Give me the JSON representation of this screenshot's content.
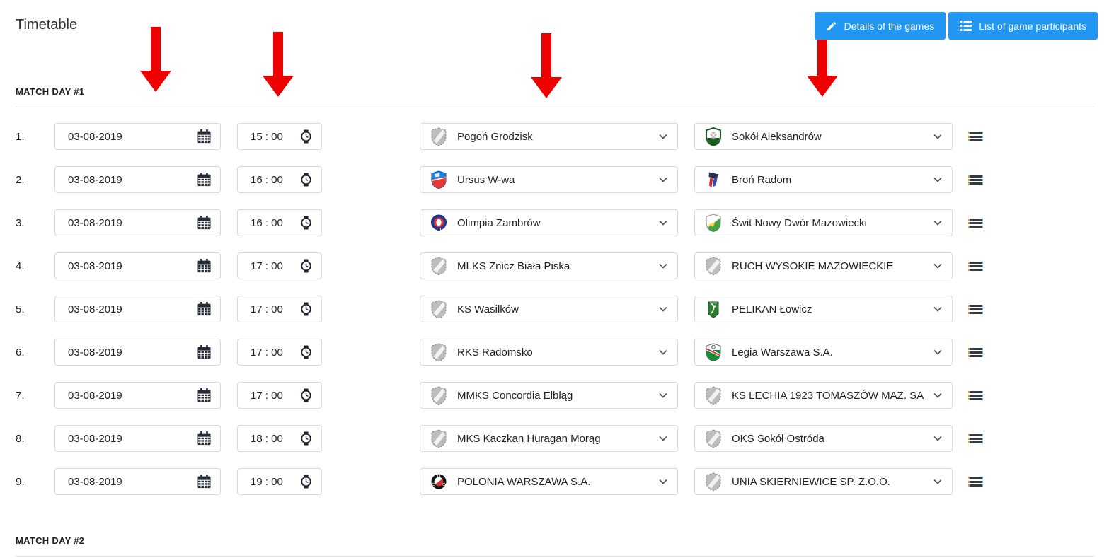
{
  "page": {
    "title": "Timetable"
  },
  "toolbar": {
    "accent_color": "#2196f3",
    "details_button": {
      "label": "Details of the games",
      "icon": "pencil-icon"
    },
    "participants_button": {
      "label": "List of game participants",
      "icon": "list-icon"
    }
  },
  "annotations": {
    "arrow_color": "#ee0000",
    "arrow_count": 4,
    "arrow_icon": "red-down-arrow"
  },
  "sections": [
    {
      "label": "MATCH DAY #1",
      "rows": [
        {
          "number": "1.",
          "date": "03-08-2019",
          "time": "15 : 00",
          "home": {
            "name": "Pogoń Grodzisk",
            "badge": "generic"
          },
          "away": {
            "name": "Sokół Aleksandrów",
            "badge": "sokol"
          }
        },
        {
          "number": "2.",
          "date": "03-08-2019",
          "time": "16 : 00",
          "home": {
            "name": "Ursus W-wa",
            "badge": "ursus"
          },
          "away": {
            "name": "Broń Radom",
            "badge": "bron"
          }
        },
        {
          "number": "3.",
          "date": "03-08-2019",
          "time": "16 : 00",
          "home": {
            "name": "Olimpia Zambrów",
            "badge": "olimpia"
          },
          "away": {
            "name": "Świt Nowy Dwór Mazowiecki",
            "badge": "swit"
          }
        },
        {
          "number": "4.",
          "date": "03-08-2019",
          "time": "17 : 00",
          "home": {
            "name": "MLKS Znicz Biała Piska",
            "badge": "generic"
          },
          "away": {
            "name": "RUCH WYSOKIE MAZOWIECKIE",
            "badge": "generic"
          }
        },
        {
          "number": "5.",
          "date": "03-08-2019",
          "time": "17 : 00",
          "home": {
            "name": "KS Wasilków",
            "badge": "generic"
          },
          "away": {
            "name": "PELIKAN Łowicz",
            "badge": "pelikan"
          }
        },
        {
          "number": "6.",
          "date": "03-08-2019",
          "time": "17 : 00",
          "home": {
            "name": "RKS Radomsko",
            "badge": "generic"
          },
          "away": {
            "name": "Legia Warszawa S.A.",
            "badge": "legia"
          }
        },
        {
          "number": "7.",
          "date": "03-08-2019",
          "time": "17 : 00",
          "home": {
            "name": "MMKS Concordia Elbląg",
            "badge": "generic"
          },
          "away": {
            "name": "KS LECHIA 1923 TOMASZÓW MAZ. SA",
            "badge": "generic"
          }
        },
        {
          "number": "8.",
          "date": "03-08-2019",
          "time": "18 : 00",
          "home": {
            "name": "MKS Kaczkan Huragan Morąg",
            "badge": "generic"
          },
          "away": {
            "name": "OKS Sokół Ostróda",
            "badge": "generic"
          }
        },
        {
          "number": "9.",
          "date": "03-08-2019",
          "time": "19 : 00",
          "home": {
            "name": "POLONIA WARSZAWA S.A.",
            "badge": "polonia"
          },
          "away": {
            "name": "UNIA SKIERNIEWICE SP. Z.O.O.",
            "badge": "generic"
          }
        }
      ]
    },
    {
      "label": "MATCH DAY #2",
      "rows": []
    }
  ]
}
